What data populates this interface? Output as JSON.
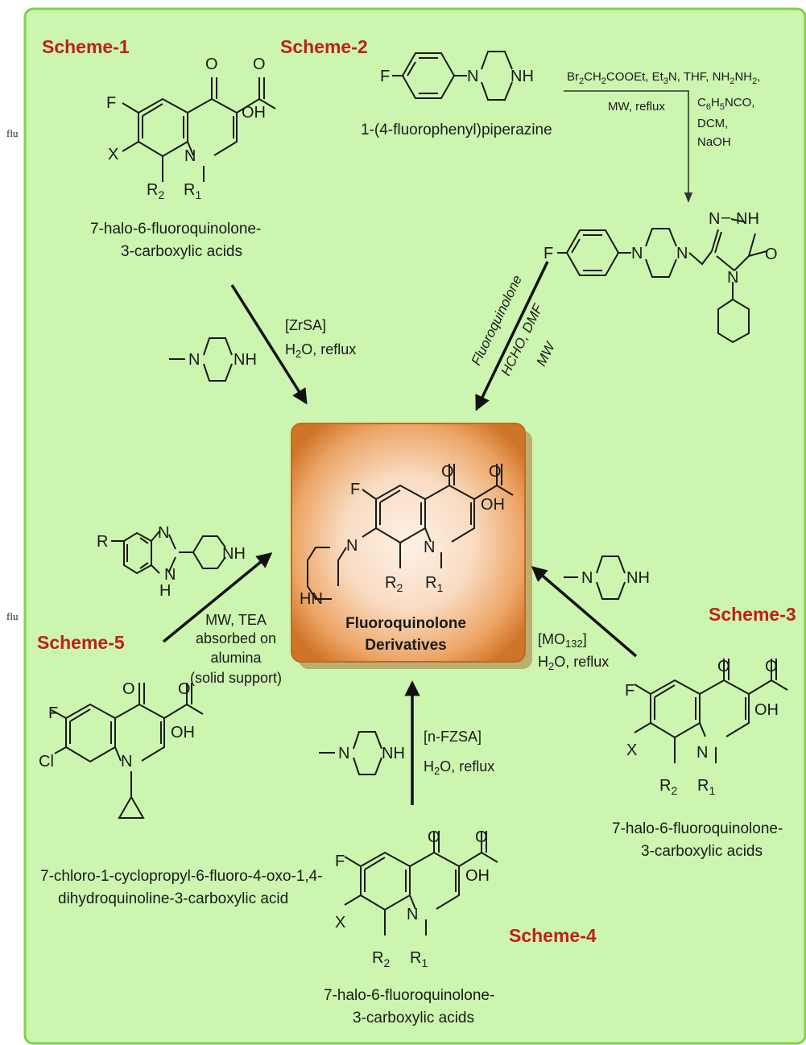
{
  "side_fragments": [
    "flu",
    "flu"
  ],
  "schemes": {
    "s1": "Scheme-1",
    "s2": "Scheme-2",
    "s3": "Scheme-3",
    "s4": "Scheme-4",
    "s5": "Scheme-5"
  },
  "compounds": {
    "haloacid_line1": "7-halo-6-fluoroquinolone-",
    "haloacid_line2": "3-carboxylic acids",
    "fluorophenylpiperazine": "1-(4-fluorophenyl)piperazine",
    "chloro_line1": "7-chloro-1-cyclopropyl-6-fluoro-4-oxo-1,4-",
    "chloro_line2": "dihydroquinoline-3-carboxylic acid",
    "product_line1": "Fluoroquinolone",
    "product_line2": "Derivatives"
  },
  "conditions": {
    "s1_catalyst": "[ZrSA]",
    "s1_solvent": "H2O, reflux",
    "s2_top": "Br2CH2COOEt, Et3N, THF, NH2NH2,",
    "s2_mw": "MW, reflux",
    "s2_c6": "C6H5NCO,",
    "s2_dcm": "DCM,",
    "s2_naoh": "NaOH",
    "s2_diag1": "Fluoroquinolone",
    "s2_diag2": "HCHO, DMF",
    "s2_diag3": "MW",
    "s3_catalyst": "[MO132]",
    "s3_solvent": "H2O, reflux",
    "s4_catalyst": "[n-FZSA]",
    "s4_solvent": "H2O, reflux",
    "s5_l1": "MW, TEA",
    "s5_l2": "absorbed on",
    "s5_l3": "alumina",
    "s5_l4": "(solid support)"
  },
  "atoms": {
    "O": "O",
    "OH": "OH",
    "F": "F",
    "X": "X",
    "N": "N",
    "NH": "NH",
    "HN": "HN",
    "H": "H",
    "Cl": "Cl",
    "R": "R",
    "R1": "R1",
    "R2": "R2"
  },
  "colors": {
    "panel_bg": "#ccf5b0",
    "panel_border": "#7fd14a",
    "scheme_red": "#c0201a",
    "box_orange_light": "#fbe6d2",
    "box_orange_dark": "#d2782a"
  }
}
